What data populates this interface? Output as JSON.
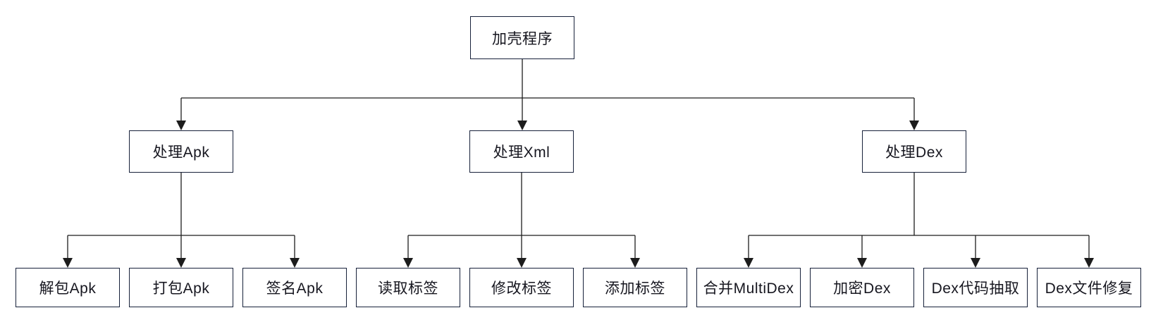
{
  "diagram": {
    "type": "flowchart-tree",
    "root": {
      "label": "加壳程序"
    },
    "branches": [
      {
        "label": "处理Apk",
        "children": [
          "解包Apk",
          "打包Apk",
          "签名Apk"
        ]
      },
      {
        "label": "处理Xml",
        "children": [
          "读取标签",
          "修改标签",
          "添加标签"
        ]
      },
      {
        "label": "处理Dex",
        "children": [
          "合并MultiDex",
          "加密Dex",
          "Dex代码抽取",
          "Dex文件修复"
        ]
      }
    ],
    "colors": {
      "background": "#ffffff",
      "box_border": "#17213a",
      "box_fill": "#ffffff",
      "text": "#16161f",
      "connector": "#1c1c1c"
    }
  }
}
